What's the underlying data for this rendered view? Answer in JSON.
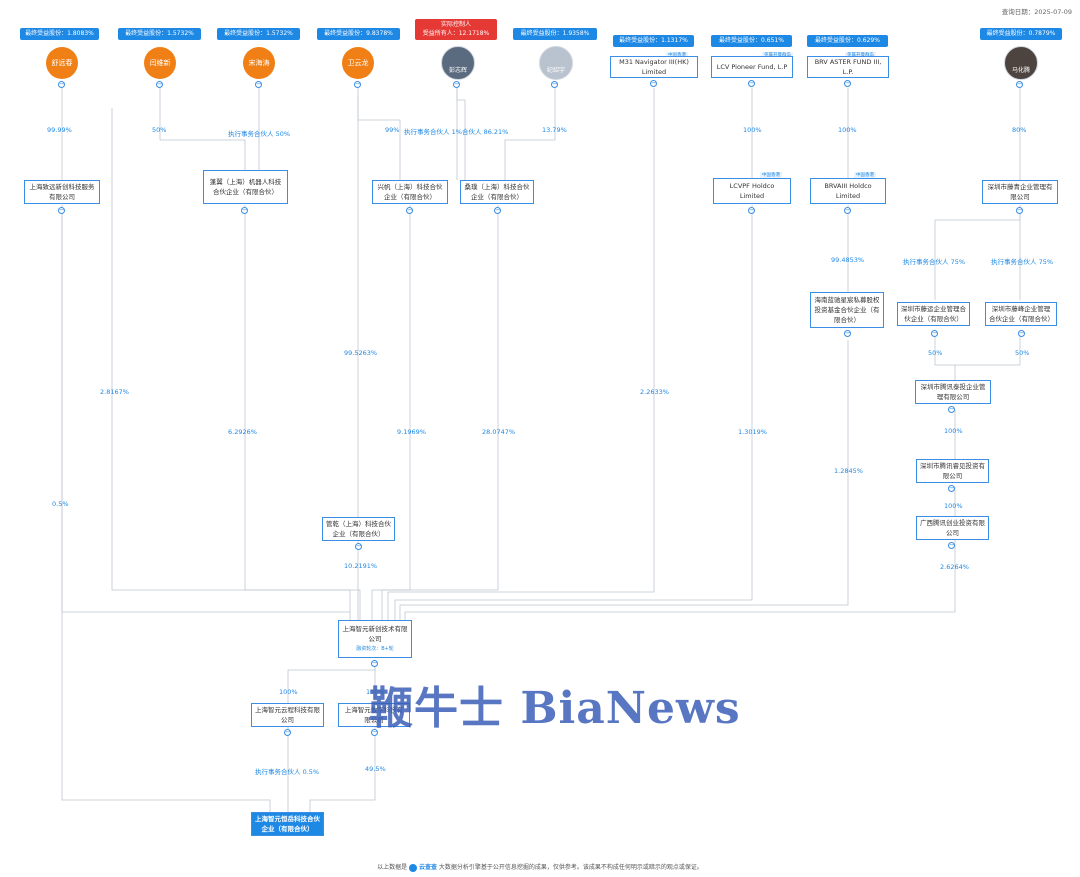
{
  "header": {
    "query_date": "查询日期：2025-07-09"
  },
  "shareholders": [
    {
      "badge": "最终受益股份：1.8083%",
      "name": "舒远春"
    },
    {
      "badge": "最终受益股份：1.5732%",
      "name": "闫维新"
    },
    {
      "badge": "最终受益股份：1.5732%",
      "name": "宋海涛"
    },
    {
      "badge": "最终受益股份：9.8378%",
      "name": "卫云龙"
    },
    {
      "badge_line1": "实际控制人",
      "badge_line2": "受益所有人：12.1718%",
      "name": "彭志辉"
    },
    {
      "badge": "最终受益股份：1.9358%",
      "name": "纪绍宇"
    },
    {
      "badge": "最终受益股份：1.1317%",
      "name": "M31 Navigator III(HK) Limited",
      "tag": "中国香港"
    },
    {
      "badge": "最终受益股份：0.651%",
      "name": "LCV Pioneer Fund, L.P",
      "tag": "英属开曼群岛"
    },
    {
      "badge": "最终受益股份：0.629%",
      "name": "BRV ASTER FUND III, L.P.",
      "tag": "英属开曼群岛"
    },
    {
      "badge": "最终受益股份：0.7879%",
      "name": "马化腾"
    }
  ],
  "entities": {
    "zhiyuan_xinchuang": "上海致远新创科技服务有限公司",
    "jiyi": "蓬翼（上海）机器人科技合伙企业（有限合伙）",
    "xingfan": "兴帆（上海）科技合伙企业（有限合伙）",
    "sangpu": "桑璞（上海）科技合伙企业（有限合伙）",
    "lcvpf": "LCVPF Holdco Limited",
    "lcvpf_tag": "中国香港",
    "brvaiii": "BRVAIII Holdco Limited",
    "brvaiii_tag": "中国香港",
    "tencent_mgmt": "深圳市藤青企业管理有限公司",
    "hainan_lanchi": "海南蓝驰星宸私募股权投资基金合伙企业（有限合伙）",
    "shenzhen_tengyun": "深圳市藤运企业管理合伙企业（有限合伙）",
    "shenzhen_tengyi": "深圳市藤峰企业管理合伙企业（有限合伙）",
    "shenzhen_tengxun_tai": "深圳市腾讯泰投企业管理有限公司",
    "shenzhen_tengxun_ruixuan": "深圳市腾讯睿见投资有限公司",
    "guangxi_tengxun": "广西腾讯创业投资有限公司",
    "guanji": "管乾（上海）科技合伙企业（有限合伙）",
    "target": "上海智元新创技术有限公司",
    "target_round": "融资轮次：B+轮",
    "zhiyuan_yuncheng": "上海智元云程科技有限公司",
    "zhiyuan_shujie": "上海智元数字科技有限公司",
    "bottom": "上海智元恒岳科技合伙企业（有限合伙）"
  },
  "percentages": {
    "p_shu": "99.99%",
    "p_yan": "50%",
    "p_song": "执行事务合伙人 50%",
    "p_wei_xf": "99%",
    "p_peng_xf": "执行事务合伙人 1%",
    "p_peng_sp": "合伙人 86.21%",
    "p_ji": "13.79%",
    "p_lcv": "100%",
    "p_brv": "100%",
    "p_ma": "80%",
    "p_brv_hn": "99.4853%",
    "p_ty_1": "执行事务合伙人 75%",
    "p_ty_2": "执行事务合伙人 75%",
    "p_ty_tai_1": "50%",
    "p_ty_tai_2": "50%",
    "p_tai_rx": "100%",
    "p_rx_gx": "100%",
    "p_zyxc_t": "2.8167%",
    "p_wei_guanji": "99.5263%",
    "p_m31": "2.2633%",
    "p_jiyi_t": "6.2926%",
    "p_xf_t": "9.1969%",
    "p_sp_t": "28.0747%",
    "p_lcvpf_t": "1.3019%",
    "p_hn_t": "1.2845%",
    "p_zy_bottom": "0.5%",
    "p_guanji_t": "10.2191%",
    "p_gx_t": "2.6264%",
    "p_t_yc": "100%",
    "p_t_sj": "100%",
    "p_yc_b": "执行事务合伙人 0.5%",
    "p_sj_b": "49.5%"
  },
  "watermark": "鞭牛士 BiaNews",
  "footer": {
    "prefix": "以上数据是",
    "brand": "云查查",
    "text": "大数据分析引擎基于公开信息挖掘的成果，仅供参考。该成果不构成任何明示或暗示的观点或保证。"
  },
  "colors": {
    "accent": "#1e88e5",
    "orange": "#f07f16",
    "red": "#e53935",
    "wire": "#bfc6cf"
  }
}
